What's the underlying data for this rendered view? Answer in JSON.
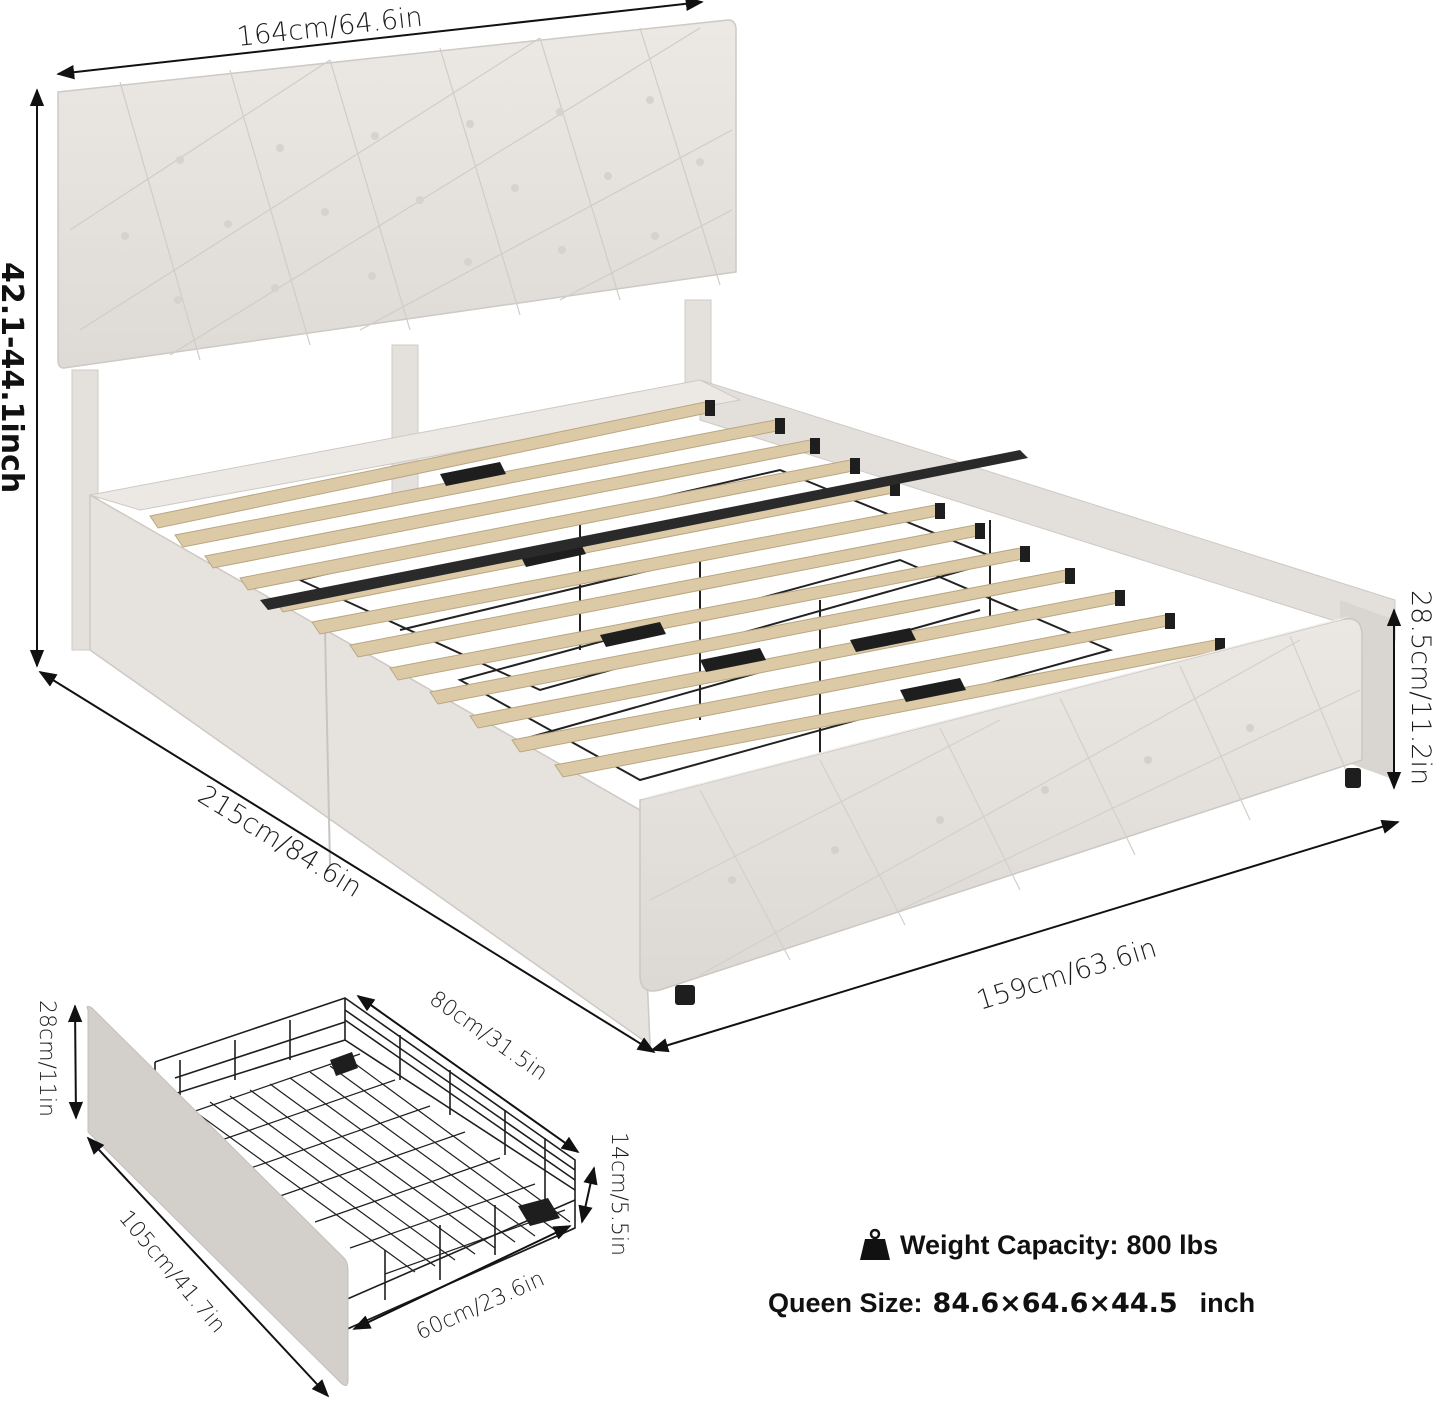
{
  "product": {
    "type": "Upholstered platform bed with storage drawers",
    "colors": {
      "upholstery": "#e6e3df",
      "upholstery_shadow": "#cfcbc6",
      "slat": "#dcc9a6",
      "metal": "#1e1e1e",
      "drawer_panel": "#d3d0cc",
      "text": "#111111"
    }
  },
  "dimensions": {
    "headboard_width": "164cm/64.6in",
    "total_height": "42.1-44.1inch",
    "side_rail_height": "28.5cm/11.2in",
    "bed_length": "215cm/84.6in",
    "bed_width": "159cm/63.6in"
  },
  "drawer": {
    "panel_height": "28cm/11in",
    "panel_length": "105cm/41.7in",
    "basket_depth": "80cm/31.5in",
    "basket_height": "14cm/5.5in",
    "basket_width": "60cm/23.6in"
  },
  "specs": {
    "weight_icon": "weight-icon",
    "weight_label": "Weight Capacity:",
    "weight_value": "800 lbs",
    "size_label": "Queen Size:",
    "size_value": "84.6×64.6×44.5",
    "size_unit": "inch"
  }
}
